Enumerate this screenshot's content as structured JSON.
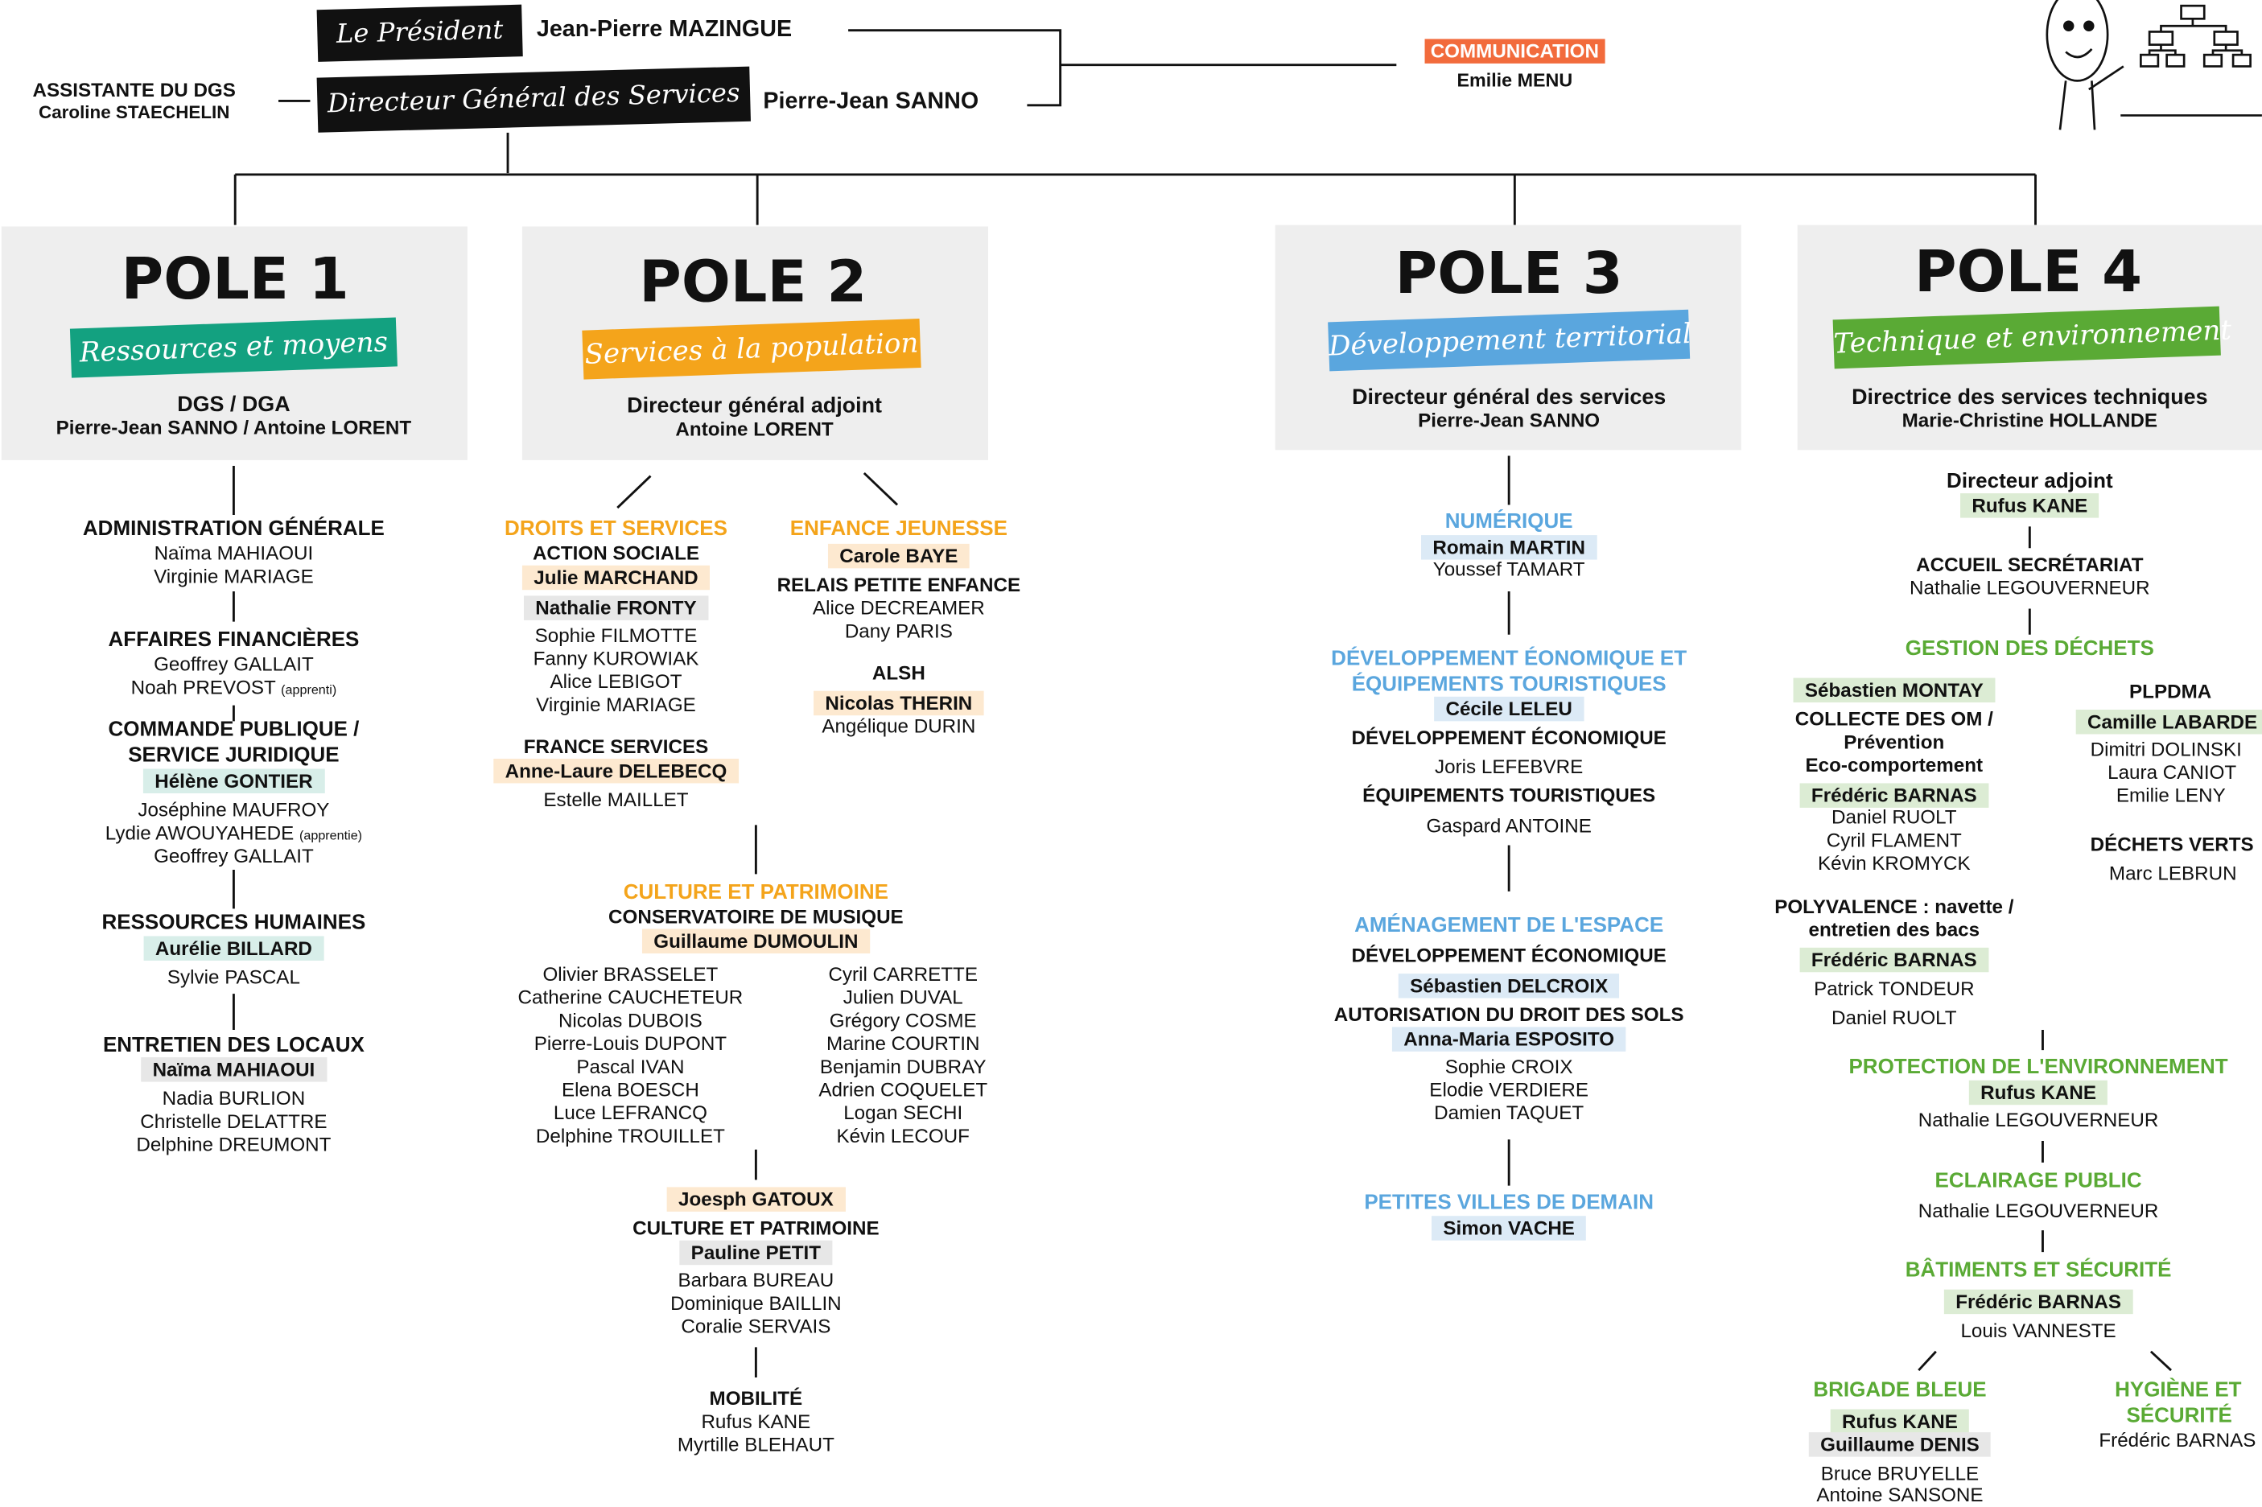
{
  "header": {
    "president_tag": "Le Président",
    "president_name": "Jean-Pierre MAZINGUE",
    "dgs_tag": "Directeur Général des Services",
    "dgs_name": "Pierre-Jean SANNO",
    "assistant_title": "ASSISTANTE DU DGS",
    "assistant_name": "Caroline STAECHELIN",
    "communication_title": "COMMUNICATION",
    "communication_name": "Emilie MENU"
  },
  "colors": {
    "pole1": "#13a180",
    "pole2": "#f4a41b",
    "pole3": "#5aa6de",
    "pole4": "#5aaa35",
    "communication": "#f26b3c"
  },
  "pole1": {
    "title": "POLE 1",
    "ribbon": "Ressources et moyens",
    "lead_title": "DGS / DGA",
    "lead_name": "Pierre-Jean SANNO / Antoine LORENT",
    "admin": {
      "title": "ADMINISTRATION GÉNÉRALE",
      "p1": "Naïma MAHIAOUI",
      "p2": "Virginie MARIAGE"
    },
    "finance": {
      "title": "AFFAIRES FINANCIÈRES",
      "p1": "Geoffrey GALLAIT",
      "p2": "Noah PREVOST",
      "p2_note": "(apprenti)"
    },
    "commande": {
      "title1": "COMMANDE PUBLIQUE /",
      "title2": "SERVICE JURIDIQUE",
      "lead": "Hélène GONTIER",
      "p1": "Joséphine MAUFROY",
      "p2": "Lydie AWOUYAHEDE",
      "p2_note": "(apprentie)",
      "p3": "Geoffrey GALLAIT"
    },
    "rh": {
      "title": "RESSOURCES HUMAINES",
      "lead": "Aurélie BILLARD",
      "p1": "Sylvie PASCAL"
    },
    "entretien": {
      "title": "ENTRETIEN DES LOCAUX",
      "lead": "Naïma MAHIAOUI",
      "p1": "Nadia BURLION",
      "p2": "Christelle DELATTRE",
      "p3": "Delphine DREUMONT"
    }
  },
  "pole2": {
    "title": "POLE 2",
    "ribbon": "Services à la population",
    "lead_title": "Directeur général adjoint",
    "lead_name": "Antoine LORENT",
    "droits": {
      "title": "DROITS ET SERVICES",
      "sub": "ACTION SOCIALE",
      "lead1": "Julie MARCHAND",
      "lead2": "Nathalie FRONTY",
      "p1": "Sophie FILMOTTE",
      "p2": "Fanny KUROWIAK",
      "p3": "Alice LEBIGOT",
      "p4": "Virginie MARIAGE"
    },
    "france": {
      "title": "FRANCE SERVICES",
      "lead": "Anne-Laure DELEBECQ",
      "p1": "Estelle MAILLET"
    },
    "enfance": {
      "title": "ENFANCE JEUNESSE",
      "lead": "Carole BAYE",
      "sub": "RELAIS PETITE ENFANCE",
      "p1": "Alice DECREAMER",
      "p2": "Dany PARIS",
      "alsh": "ALSH",
      "alsh_lead": "Nicolas THERIN",
      "alsh_p1": "Angélique DURIN"
    },
    "culture": {
      "title": "CULTURE ET PATRIMOINE",
      "sub": "CONSERVATOIRE DE MUSIQUE",
      "lead": "Guillaume DUMOULIN",
      "left": [
        "Olivier BRASSELET",
        "Catherine CAUCHETEUR",
        "Nicolas DUBOIS",
        "Pierre-Louis DUPONT",
        "Pascal IVAN",
        "Elena BOESCH",
        "Luce LEFRANCQ",
        "Delphine TROUILLET"
      ],
      "right": [
        "Cyril CARRETTE",
        "Julien DUVAL",
        "Grégory COSME",
        "Marine COURTIN",
        "Benjamin DUBRAY",
        "Adrien COQUELET",
        "Logan SECHI",
        "Kévin LECOUF"
      ]
    },
    "culture2": {
      "lead": "Joesph GATOUX",
      "title": "CULTURE ET PATRIMOINE",
      "lead2": "Pauline PETIT",
      "p1": "Barbara BUREAU",
      "p2": "Dominique BAILLIN",
      "p3": "Coralie SERVAIS"
    },
    "mobilite": {
      "title": "MOBILITÉ",
      "p1": "Rufus KANE",
      "p2": "Myrtille BLEHAUT"
    }
  },
  "pole3": {
    "title": "POLE 3",
    "ribbon": "Développement territorial",
    "lead_title": "Directeur général des services",
    "lead_name": "Pierre-Jean SANNO",
    "numerique": {
      "title": "NUMÉRIQUE",
      "lead": "Romain MARTIN",
      "p1": "Youssef TAMART"
    },
    "dev": {
      "title1": "DÉVELOPPEMENT ÉONOMIQUE ET",
      "title2": "ÉQUIPEMENTS TOURISTIQUES",
      "lead": "Cécile LELEU",
      "sub1": "DÉVELOPPEMENT ÉCONOMIQUE",
      "p1": "Joris LEFEBVRE",
      "sub2": "ÉQUIPEMENTS TOURISTIQUES",
      "p2": "Gaspard ANTOINE"
    },
    "amenagement": {
      "title": "AMÉNAGEMENT DE L'ESPACE",
      "sub1": "DÉVELOPPEMENT ÉCONOMIQUE",
      "lead1": "Sébastien DELCROIX",
      "sub2": "AUTORISATION DU DROIT DES SOLS",
      "lead2": "Anna-Maria ESPOSITO",
      "p1": "Sophie CROIX",
      "p2": "Elodie VERDIERE",
      "p3": "Damien TAQUET"
    },
    "pvd": {
      "title": "PETITES VILLES DE DEMAIN",
      "lead": "Simon VACHE"
    }
  },
  "pole4": {
    "title": "POLE 4",
    "ribbon": "Technique et environnement",
    "lead_title": "Directrice des services techniques",
    "lead_name": "Marie-Christine HOLLANDE",
    "adjoint_title": "Directeur adjoint",
    "adjoint_name": "Rufus KANE",
    "accueil": {
      "title": "ACCUEIL SECRÉTARIAT",
      "p1": "Nathalie LEGOUVERNEUR"
    },
    "dechets": {
      "title": "GESTION DES DÉCHETS",
      "lead": "Sébastien MONTAY",
      "sub1": "COLLECTE DES OM /",
      "sub2": "Prévention",
      "sub3": "Eco-comportement",
      "lead2": "Frédéric BARNAS",
      "p1": "Daniel RUOLT",
      "p2": "Cyril FLAMENT",
      "p3": "Kévin KROMYCK",
      "poly1": "POLYVALENCE : navette /",
      "poly2": "entretien des bacs",
      "poly_lead": "Frédéric BARNAS",
      "poly_p1": "Patrick TONDEUR",
      "poly_p2": "Daniel RUOLT"
    },
    "plpdma": {
      "title": "PLPDMA",
      "lead": "Camille LABARDE",
      "p1": "Dimitri DOLINSKI",
      "p2": "Laura CANIOT",
      "p3": "Emilie LENY",
      "verts": "DÉCHETS VERTS",
      "verts_p1": "Marc LEBRUN"
    },
    "protection": {
      "title": "PROTECTION DE L'ENVIRONNEMENT",
      "lead": "Rufus KANE",
      "p1": "Nathalie LEGOUVERNEUR"
    },
    "eclairage": {
      "title": "ECLAIRAGE PUBLIC",
      "p1": "Nathalie LEGOUVERNEUR"
    },
    "batiments": {
      "title": "BÂTIMENTS ET SÉCURITÉ",
      "lead": "Frédéric BARNAS",
      "p1": "Louis VANNESTE"
    },
    "brigade": {
      "title": "BRIGADE BLEUE",
      "lead1": "Rufus KANE",
      "lead2": "Guillaume DENIS",
      "p1": "Bruce BRUYELLE",
      "p2": "Antoine SANSONE"
    },
    "hygiene": {
      "title1": "HYGIÈNE ET",
      "title2": "SÉCURITÉ",
      "p1": "Frédéric BARNAS"
    }
  }
}
